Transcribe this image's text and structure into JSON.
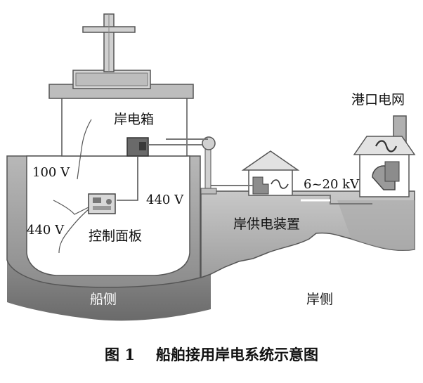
{
  "labels": {
    "shore_box": "岸电箱",
    "v100": "100 V",
    "v440_right": "440 V",
    "v440_left": "440 V",
    "control_panel": "控制面板",
    "port_grid": "港口电网",
    "voltage_range": "6~20 kV",
    "shore_power_device": "岸供电装置",
    "ship_side": "船侧",
    "shore_side": "岸侧"
  },
  "caption": {
    "number": "图 1",
    "title": "船舶接用岸电系统示意图"
  },
  "colors": {
    "sea": "#7a7a7a",
    "hull": "#a0a0a0",
    "shore": "#b4b4b4",
    "line": "#555555"
  }
}
